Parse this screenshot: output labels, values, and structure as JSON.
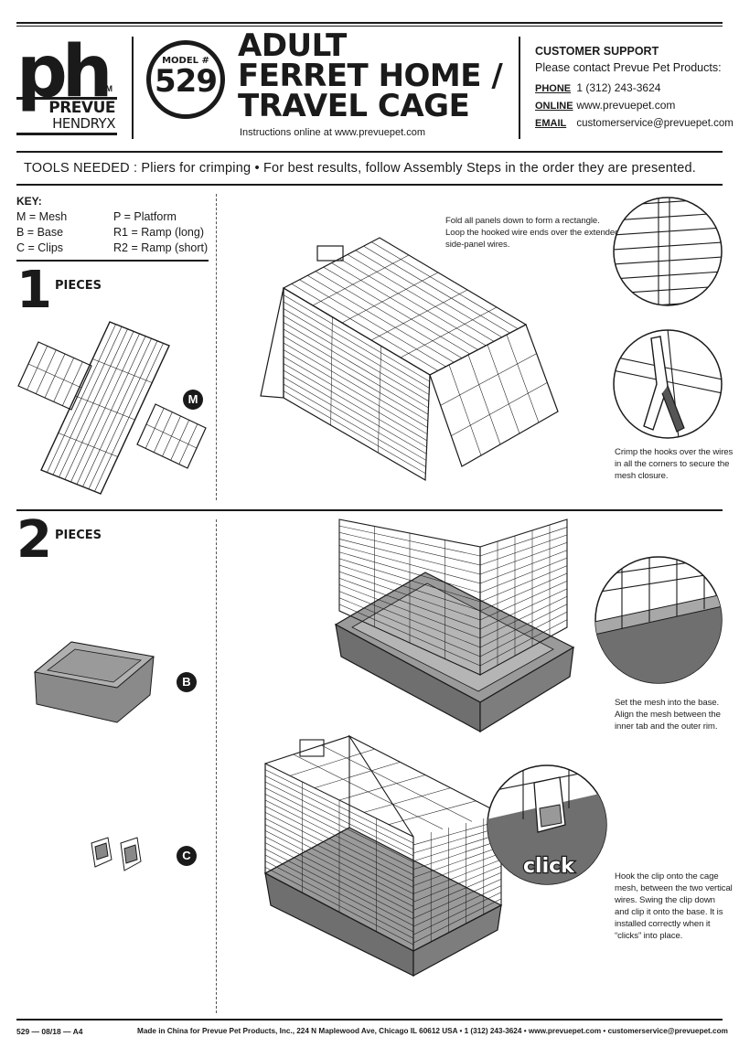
{
  "brand": {
    "mark": "ph",
    "name_1": "PREVUE",
    "name_2": "HENDRYX",
    "tm": "TM"
  },
  "model": {
    "label": "MODEL #",
    "number": "529"
  },
  "title": {
    "line1": "ADULT",
    "line2": "FERRET HOME /",
    "line3": "TRAVEL CAGE",
    "online": "Instructions online at www.prevuepet.com"
  },
  "support": {
    "heading": "CUSTOMER SUPPORT",
    "intro": "Please contact Prevue Pet Products:",
    "phone_key": "PHONE",
    "phone": "1 (312) 243-3624",
    "online_key": "ONLINE",
    "online": "www.prevuepet.com",
    "email_key": "EMAIL",
    "email": "customerservice@prevuepet.com"
  },
  "tools": "TOOLS NEEDED : Pliers for crimping  •  For best results, follow Assembly Steps in the order they are presented.",
  "key": {
    "title": "KEY:",
    "col1": [
      "M = Mesh",
      "B = Base",
      "C = Clips"
    ],
    "col2": [
      "P = Platform",
      "R1 = Ramp (long)",
      "R2 = Ramp (short)"
    ]
  },
  "step1": {
    "number": "1",
    "label": "PIECES",
    "piece": "M",
    "note_fold": [
      "Fold all panels down to form a rectangle.",
      "Loop the hooked wire ends over the extended",
      "side-panel wires."
    ],
    "note_crimp": [
      "Crimp the hooks over the wires",
      "in all the corners to secure the",
      "mesh closure."
    ]
  },
  "step2": {
    "number": "2",
    "label": "PIECES",
    "piece_b": "B",
    "piece_c": "C",
    "note_set": [
      "Set the mesh into the base.",
      "Align the mesh between the",
      "inner tab and the outer rim."
    ],
    "note_hook": [
      "Hook the clip onto the cage",
      "mesh, between the two vertical",
      "wires. Swing the clip down",
      "and clip it onto the base. It is",
      "installed correctly when it",
      "“clicks” into place."
    ],
    "click": "click"
  },
  "footer": {
    "left": "529 — 08/18 — A4",
    "right": "Made in China for Prevue Pet Products, Inc., 224 N Maplewood Ave, Chicago IL  60612  USA • 1 (312) 243-3624 • www.prevuepet.com • customerservice@prevuepet.com"
  },
  "colors": {
    "ink": "#1a1a1a",
    "base_gray": "#7a7a7a",
    "base_light": "#a8a8a8"
  }
}
